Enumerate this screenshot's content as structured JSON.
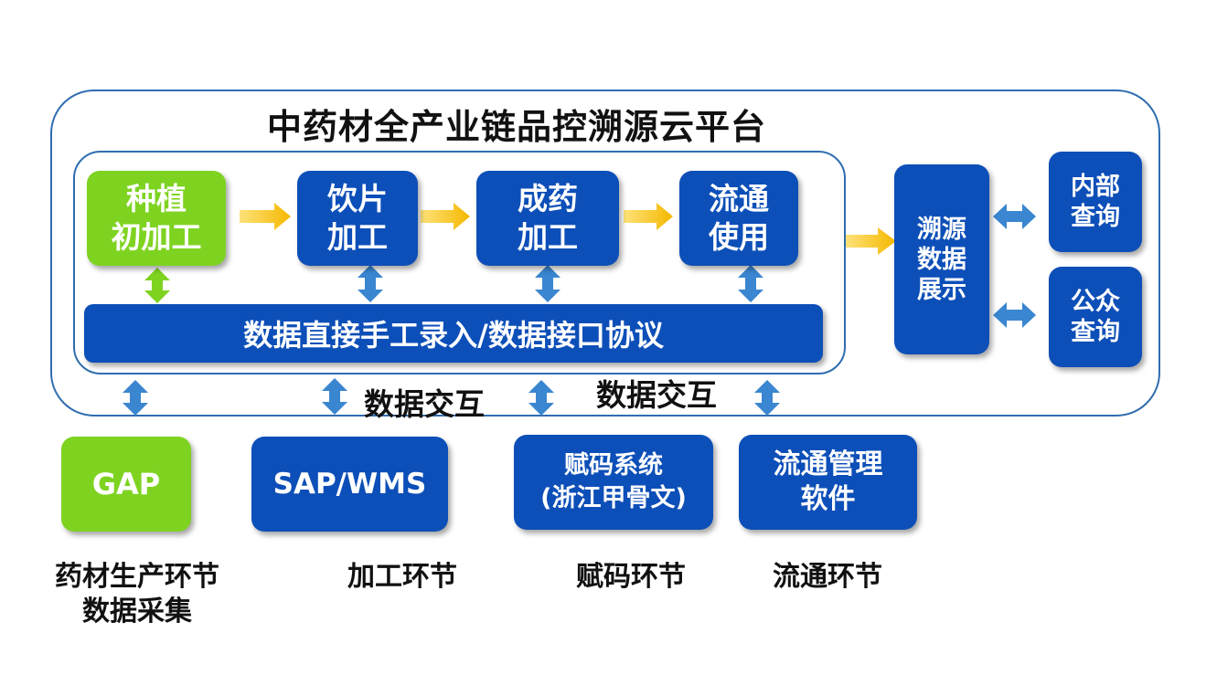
{
  "platform_title": "中药材全产业链品控溯源云平台",
  "process_steps": [
    {
      "lines": [
        "种植",
        "初加工"
      ],
      "color": "#7ed321"
    },
    {
      "lines": [
        "饮片",
        "加工"
      ],
      "color": "#0d4fb8"
    },
    {
      "lines": [
        "成药",
        "加工"
      ],
      "color": "#0d4fb8"
    },
    {
      "lines": [
        "流通",
        "使用"
      ],
      "color": "#0d4fb8"
    }
  ],
  "data_entry_bar": "数据直接手工录入/数据接口协议",
  "trace_display": [
    "溯源",
    "数据",
    "展示"
  ],
  "queries": [
    {
      "lines": [
        "内部",
        "查询"
      ]
    },
    {
      "lines": [
        "公众",
        "查询"
      ]
    }
  ],
  "interaction_labels": [
    "数据交互",
    "数据交互"
  ],
  "systems": [
    {
      "lines": [
        "GAP"
      ],
      "color": "#7ed321"
    },
    {
      "lines": [
        "SAP/WMS"
      ],
      "color": "#0d4fb8"
    },
    {
      "lines": [
        "赋码系统",
        "(浙江甲骨文)"
      ],
      "color": "#0d4fb8"
    },
    {
      "lines": [
        "流通管理",
        "软件"
      ],
      "color": "#0d4fb8"
    }
  ],
  "stages": [
    {
      "lines": [
        "药材生产环节",
        "数据采集"
      ]
    },
    {
      "lines": [
        "加工环节"
      ]
    },
    {
      "lines": [
        "赋码环节"
      ]
    },
    {
      "lines": [
        "流通环节"
      ]
    }
  ],
  "colors": {
    "primary_blue": "#0d4fb8",
    "green": "#7ed321",
    "arrow_orange": "#f5b800",
    "arrow_blue": "#3a86d0",
    "border_blue": "#2f6db0"
  }
}
